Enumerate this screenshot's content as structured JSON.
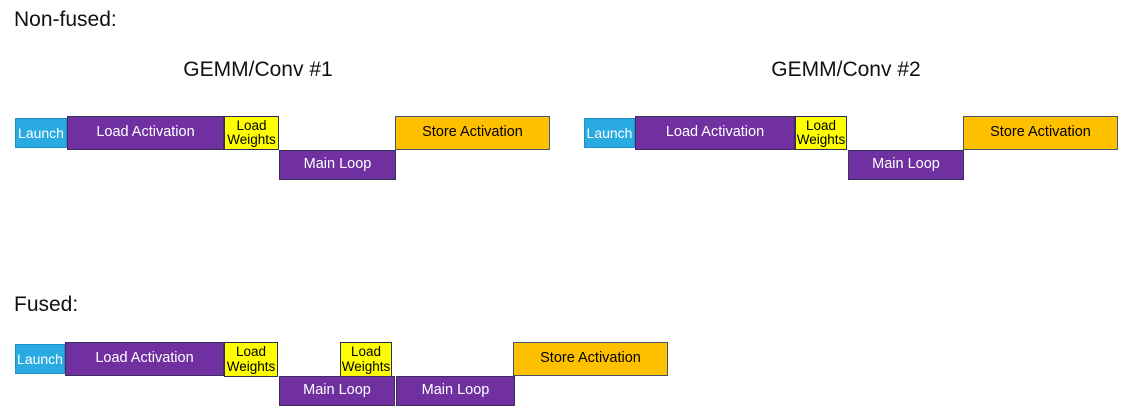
{
  "diagram": {
    "non_fused": {
      "heading": "Non-fused:",
      "gemm1": {
        "title": "GEMM/Conv #1"
      },
      "gemm2": {
        "title": "GEMM/Conv #2"
      }
    },
    "fused": {
      "heading": "Fused:"
    },
    "block_labels": {
      "launch": "Launch",
      "load_activation": "Load Activation",
      "load_weights": "Load Weights",
      "main_loop": "Main Loop",
      "store_activation": "Store Activation"
    },
    "colors": {
      "launch_fill": "#29ABE2",
      "activation_fill": "#7030A0",
      "weights_fill": "#FFFF00",
      "store_fill": "#FFC000",
      "text_on_dark": "#FFFFFF",
      "text_on_light": "#000000"
    }
  }
}
